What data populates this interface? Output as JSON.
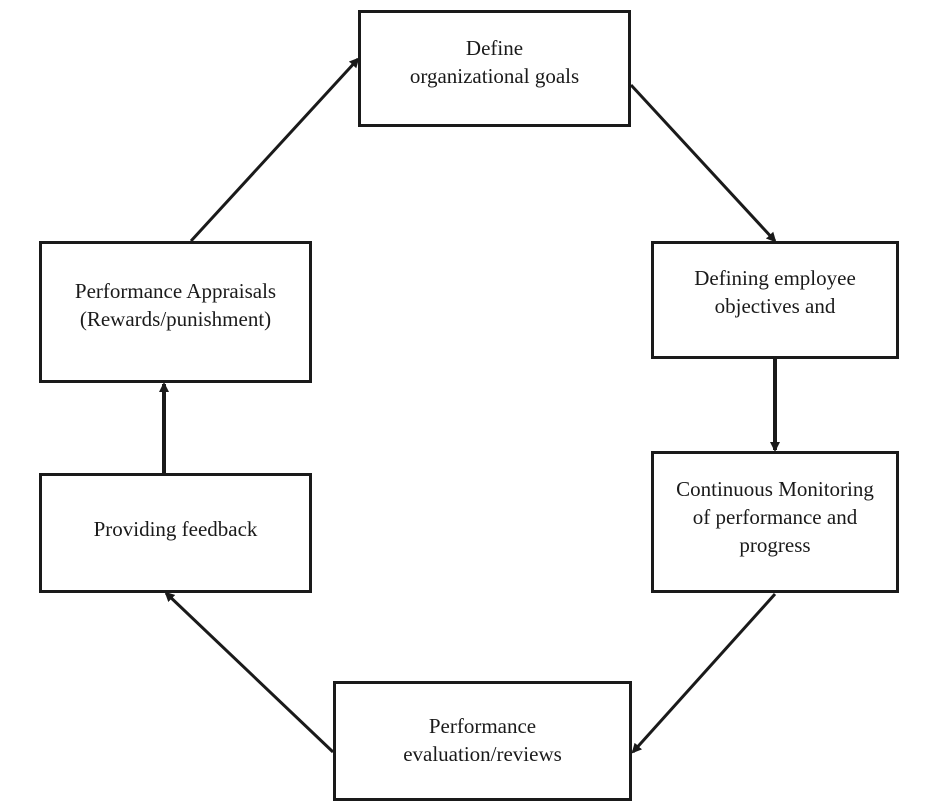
{
  "diagram": {
    "type": "cycle-flowchart",
    "nodes": [
      {
        "id": "define_goals",
        "lines": [
          "Define",
          "organizational goals"
        ]
      },
      {
        "id": "employee_objectives",
        "lines": [
          "Defining employee",
          "objectives and"
        ]
      },
      {
        "id": "monitoring",
        "lines": [
          "Continuous Monitoring",
          "of performance and",
          "progress"
        ]
      },
      {
        "id": "evaluation",
        "lines": [
          "Performance",
          "evaluation/reviews"
        ]
      },
      {
        "id": "feedback",
        "lines": [
          "Providing feedback"
        ]
      },
      {
        "id": "appraisals",
        "lines": [
          "Performance Appraisals",
          "(Rewards/punishment)"
        ]
      }
    ],
    "edges": [
      {
        "from": "define_goals",
        "to": "employee_objectives"
      },
      {
        "from": "employee_objectives",
        "to": "monitoring"
      },
      {
        "from": "monitoring",
        "to": "evaluation"
      },
      {
        "from": "evaluation",
        "to": "feedback"
      },
      {
        "from": "feedback",
        "to": "appraisals"
      },
      {
        "from": "appraisals",
        "to": "define_goals"
      }
    ],
    "colors": {
      "stroke": "#1a1a1a",
      "background": "#ffffff"
    }
  }
}
